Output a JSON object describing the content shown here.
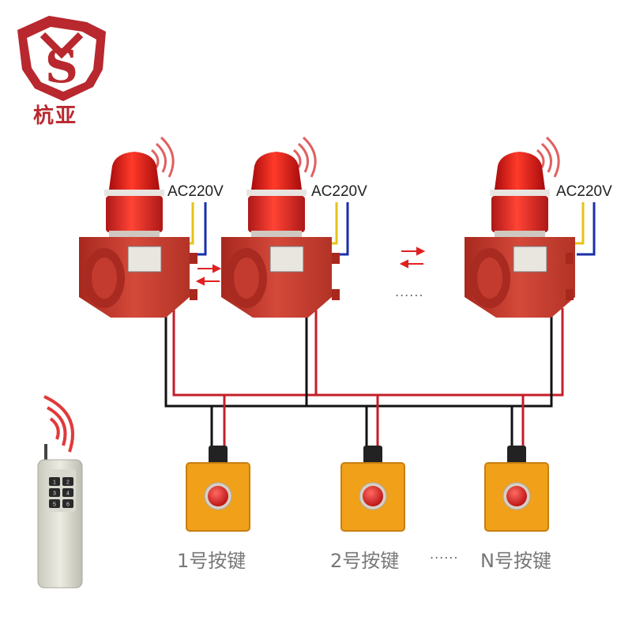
{
  "logo": {
    "brand_text": "杭亚",
    "emblem_letters": "YS",
    "colors": {
      "shield": "#b8282e",
      "inner": "#ffffff"
    }
  },
  "diagram": {
    "power_label": "AC220V",
    "alarm_count_shown": 3,
    "ellipsis_between_alarms": "......",
    "buttons": [
      {
        "label": "1号按键"
      },
      {
        "label": "2号按键"
      },
      {
        "label": "N号按键"
      }
    ],
    "ellipsis_between_buttons": "......",
    "remote": {
      "keys": [
        "1",
        "2",
        "3",
        "4",
        "5",
        "6"
      ]
    },
    "colors": {
      "alarm_body": "#c93a2c",
      "beacon": "#e21a1a",
      "button_box": "#f0a019",
      "wire_red": "#c41e2a",
      "wire_black": "#111111",
      "wire_yellow": "#e6c21a",
      "wire_blue": "#1a2fa8",
      "signal_arrow": "#e02020"
    }
  }
}
